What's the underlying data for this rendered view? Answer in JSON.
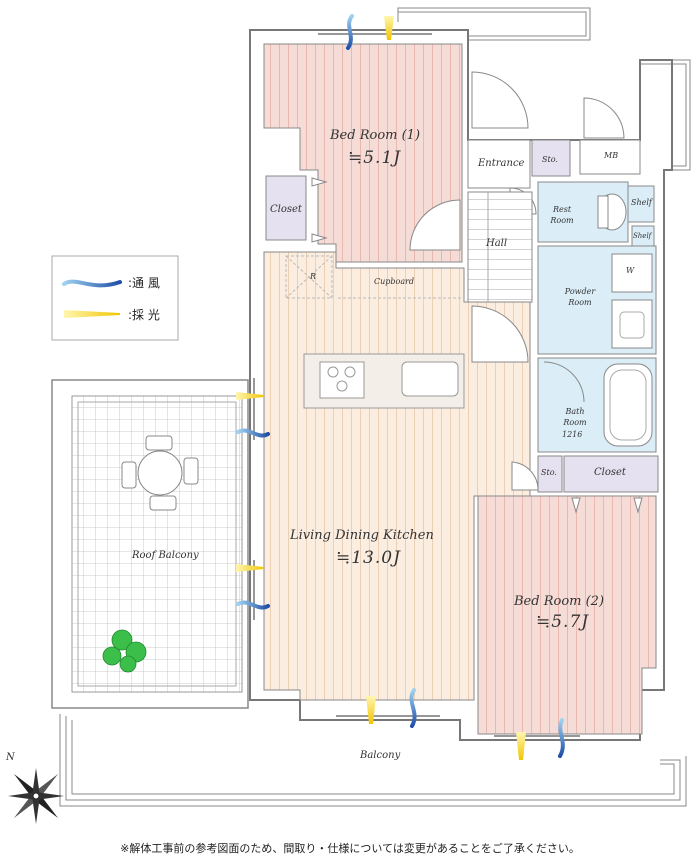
{
  "legend": {
    "wind_label": ":通 風",
    "light_label": ":採 光",
    "wind_icon": "wind-flow-icon",
    "light_icon": "light-ray-icon"
  },
  "rooms": {
    "bedroom1": {
      "name": "Bed Room (1)",
      "size": "≒5.1J"
    },
    "bedroom2": {
      "name": "Bed Room (2)",
      "size": "≒5.7J"
    },
    "ldk": {
      "name": "Living Dining Kitchen",
      "size": "≒13.0J"
    },
    "closet_left": "Closet",
    "closet_right": "Closet",
    "cupboard": "Cupboard",
    "refrigerator_mark": "R",
    "entrance": "Entrance",
    "storage_entrance": "Sto.",
    "storage_bath": "Sto.",
    "mb": "MB",
    "hall": "Hall",
    "rest_room": "Rest Room",
    "shelf_upper": "Shelf",
    "shelf_lower": "Shelf",
    "powder_room": "Powder Room",
    "washer_mark": "W",
    "bath_room": "Bath Room",
    "bath_size": "1216",
    "roof_balcony": "Roof Balcony",
    "balcony": "Balcony"
  },
  "compass": {
    "north_label": "N"
  },
  "footnote": "※解体工事前の参考図面のため、間取り・仕様については変更があることをご了承ください。",
  "colors": {
    "bedroom_fill": "#f6dcd6",
    "bedroom_line": "#e9b9b0",
    "ldk_fill": "#fbeee0",
    "ldk_line": "#eed3bb",
    "wet_fill": "#dbeef8",
    "closet_fill": "#e6e1f0",
    "wall": "#777777",
    "wind": "#2f6fbf",
    "light": "#f5d21a"
  }
}
